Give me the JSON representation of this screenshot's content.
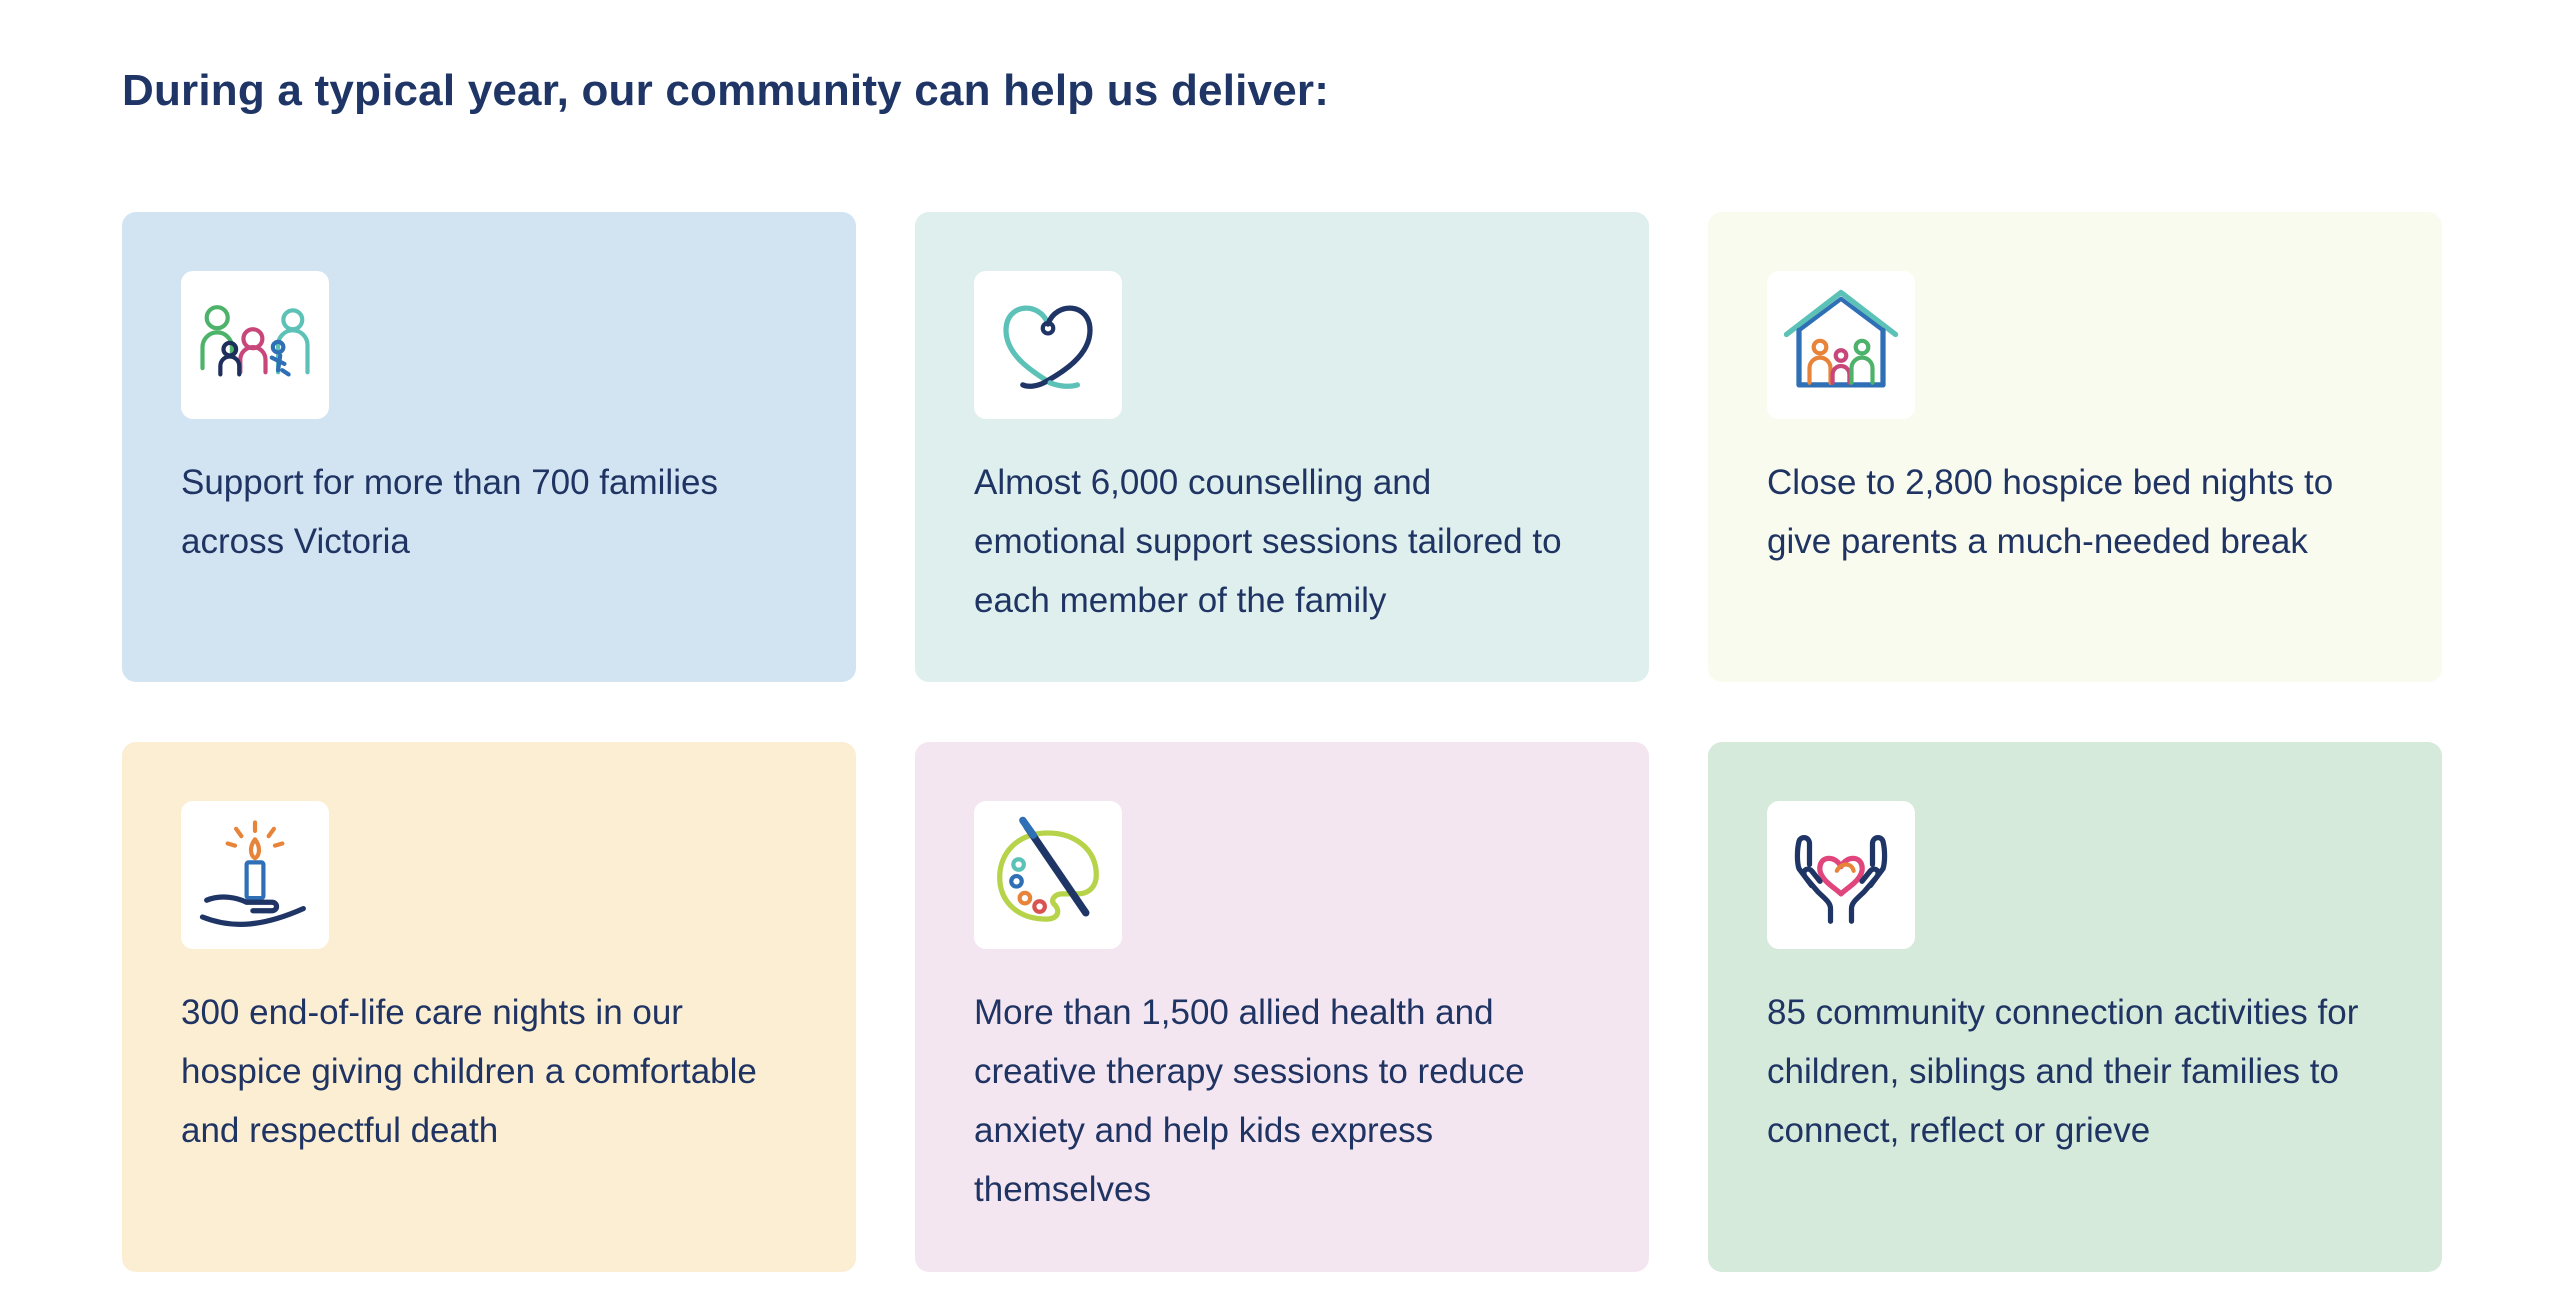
{
  "heading": "During a typical year, our community can help us deliver:",
  "cards": [
    {
      "icon": "family-icon",
      "text": "Support for more than 700 families across Victoria",
      "color": "#d2e3f1"
    },
    {
      "icon": "heart-ribbon-icon",
      "text": "Almost 6,000 counselling and emotional support sessions tailored to each member of the family",
      "color": "#deefee"
    },
    {
      "icon": "house-family-icon",
      "text": "Close to 2,800 hospice bed nights to give parents a much-needed break",
      "color": "#f9fbef"
    },
    {
      "icon": "candle-hand-icon",
      "text": "300 end-of-life care nights in our hospice giving children a comfortable and respectful death",
      "color": "#fbeed3"
    },
    {
      "icon": "paint-palette-icon",
      "text": "More than 1,500 allied health and creative therapy sessions to reduce anxiety and help kids express themselves",
      "color": "#f4e6f1"
    },
    {
      "icon": "hands-heart-icon",
      "text": "85 community connection activities for children, siblings and their families to connect, reflect or grieve",
      "color": "#d5eadb"
    }
  ]
}
